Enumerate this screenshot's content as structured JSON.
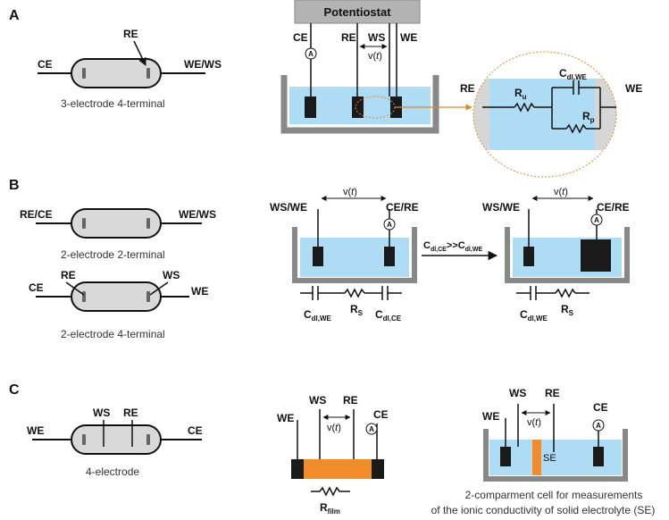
{
  "sections": {
    "a": "A",
    "b": "B",
    "c": "C"
  },
  "A": {
    "pill": {
      "ce": "CE",
      "re": "RE",
      "we_ws": "WE/WS",
      "caption": "3-electrode 4-terminal"
    },
    "cell": {
      "potentiostat": "Potentiostat",
      "ce": "CE",
      "re": "RE",
      "ws": "WS",
      "we": "WE",
      "v": "v",
      "t": "t",
      "ammeter": "A"
    },
    "zoom": {
      "re": "RE",
      "we": "WE",
      "ru_main": "R",
      "ru_sub": "u",
      "cdl_main": "C",
      "cdl_sub": "dl,WE",
      "rp_main": "R",
      "rp_sub": "p"
    }
  },
  "B": {
    "pill1": {
      "re_ce": "RE/CE",
      "we_ws": "WE/WS",
      "caption": "2-electrode 2-terminal"
    },
    "pill2": {
      "ce": "CE",
      "re": "RE",
      "ws": "WS",
      "we": "WE",
      "caption": "2-electrode 4-terminal"
    },
    "cell1": {
      "ws_we": "WS/WE",
      "ce_re": "CE/RE",
      "v": "v",
      "t": "t",
      "ammeter": "A",
      "c1_main": "C",
      "c1_sub": "dl,WE",
      "rs_main": "R",
      "rs_sub": "S",
      "c2_main": "C",
      "c2_sub": "dl,CE"
    },
    "arrow": {
      "c1_main": "C",
      "c1_sub": "dl,CE",
      "gg": ">>",
      "c2_main": "C",
      "c2_sub": "dl,WE"
    },
    "cell2": {
      "ws_we": "WS/WE",
      "ce_re": "CE/RE",
      "v": "v",
      "t": "t",
      "ammeter": "A",
      "c_main": "C",
      "c_sub": "dl,WE",
      "rs_main": "R",
      "rs_sub": "S"
    }
  },
  "C": {
    "pill": {
      "we": "WE",
      "ws": "WS",
      "re": "RE",
      "ce": "CE",
      "caption": "4-electrode"
    },
    "film": {
      "we": "WE",
      "ws": "WS",
      "re": "RE",
      "ce": "CE",
      "v": "v",
      "t": "t",
      "ammeter": "A",
      "r_main": "R",
      "r_sub": "film"
    },
    "comp": {
      "we": "WE",
      "ws": "WS",
      "re": "RE",
      "ce": "CE",
      "v": "v",
      "t": "t",
      "ammeter": "A",
      "se": "SE",
      "caption1": "2-comparment cell for measurements",
      "caption2": "of the ionic conductivity of solid electrolyte (SE)"
    }
  },
  "colors": {
    "electrolyte": "#aedcf5",
    "container": "#888888",
    "pill": "#d9d9d9",
    "electrode": "#1a1a1a",
    "film": "#f08c2a",
    "zoomRing": "#d98a2a",
    "potentiostat": "#b3b3b3"
  }
}
